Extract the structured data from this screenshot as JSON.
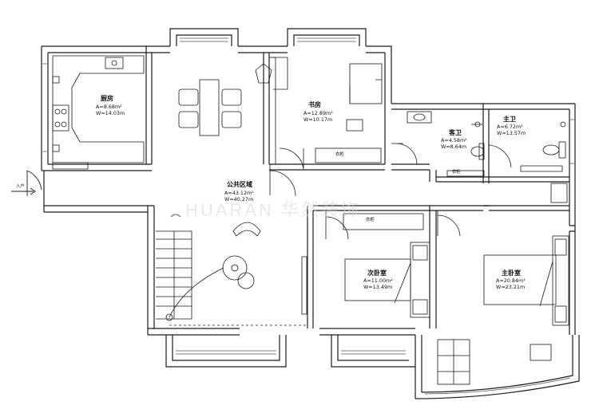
{
  "rooms": {
    "kitchen": {
      "name": "厨房",
      "area": "A=8.68m²",
      "perimeter": "W=14.03m"
    },
    "study": {
      "name": "书房",
      "area": "A=12.89m²",
      "perimeter": "W=10.17m"
    },
    "guest_bath": {
      "name": "客卫",
      "area": "A=4.58m²",
      "perimeter": "W=8.64m"
    },
    "master_bath": {
      "name": "主卫",
      "area": "A=6.72m²",
      "perimeter": "W=13.57m"
    },
    "public_area": {
      "name": "公共区域",
      "area": "A=43.12m²",
      "perimeter": "W=40.27m"
    },
    "second_bedroom": {
      "name": "次卧室",
      "area": "A=11.00m²",
      "perimeter": "W=13.49m"
    },
    "master_bedroom": {
      "name": "主卧室",
      "area": "A=20.84m²",
      "perimeter": "W=23.21m"
    }
  },
  "entry_label": "入户",
  "watermark": "HUARAN 华然装饰",
  "cabinet_label": "衣柜",
  "colors": {
    "wall": "#1a1a1a",
    "line": "#333333",
    "watermark": "#d7d7d7"
  }
}
